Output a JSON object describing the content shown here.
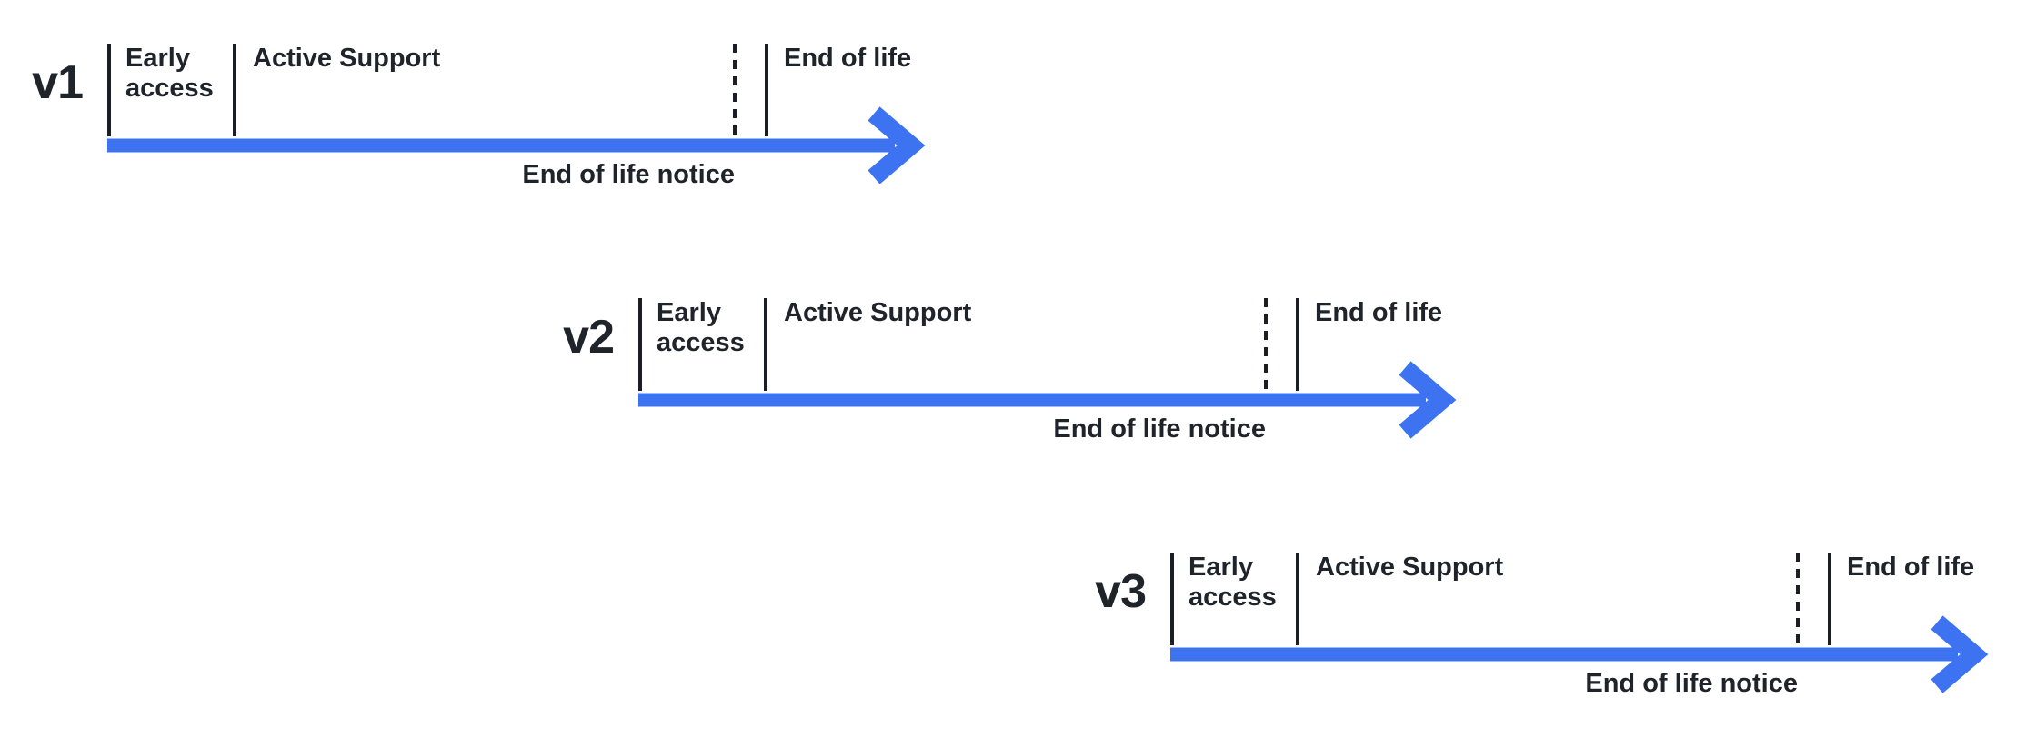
{
  "diagram": {
    "type": "version-lifecycle-timeline",
    "versions": [
      {
        "label": "v1"
      },
      {
        "label": "v2"
      },
      {
        "label": "v3"
      }
    ],
    "labels": {
      "early_access": "Early access",
      "active_support": "Active Support",
      "end_of_life": "End of life",
      "end_of_life_notice": "End of life notice"
    },
    "phases_order": [
      "Early access",
      "Active Support",
      "End of life notice",
      "End of life"
    ],
    "colors": {
      "arrow": "#3D73F1",
      "line": "#1B1E24",
      "text": "#1F232A",
      "background": "#FFFFFF"
    }
  }
}
